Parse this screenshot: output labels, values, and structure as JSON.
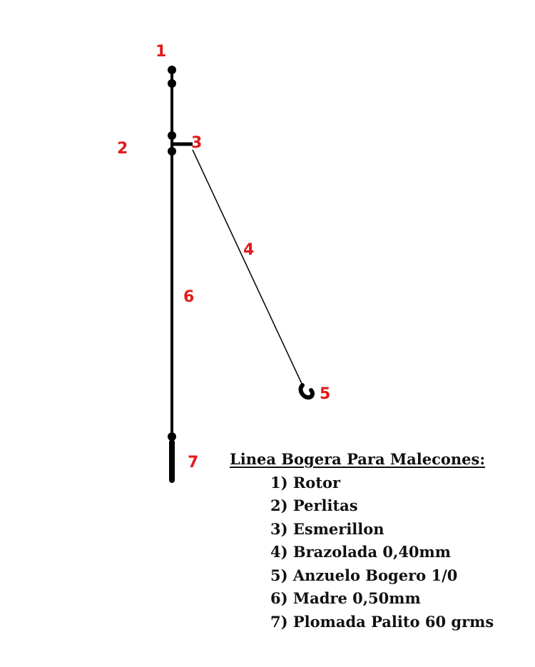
{
  "labels": {
    "n1": "1",
    "n2": "2",
    "n3": "3",
    "n4": "4",
    "n5": "5",
    "n6": "6",
    "n7": "7"
  },
  "legend": {
    "title": "Linea Bogera Para Malecones:",
    "items": [
      "1) Rotor",
      "2) Perlitas",
      "3) Esmerillon",
      "4) Brazolada 0,40mm",
      "5) Anzuelo Bogero 1/0",
      "6) Madre 0,50mm",
      "7) Plomada Palito 60 grms"
    ]
  },
  "colors": {
    "label_color": "#e11b1b",
    "line_color": "#000000",
    "text_color": "#111111"
  }
}
